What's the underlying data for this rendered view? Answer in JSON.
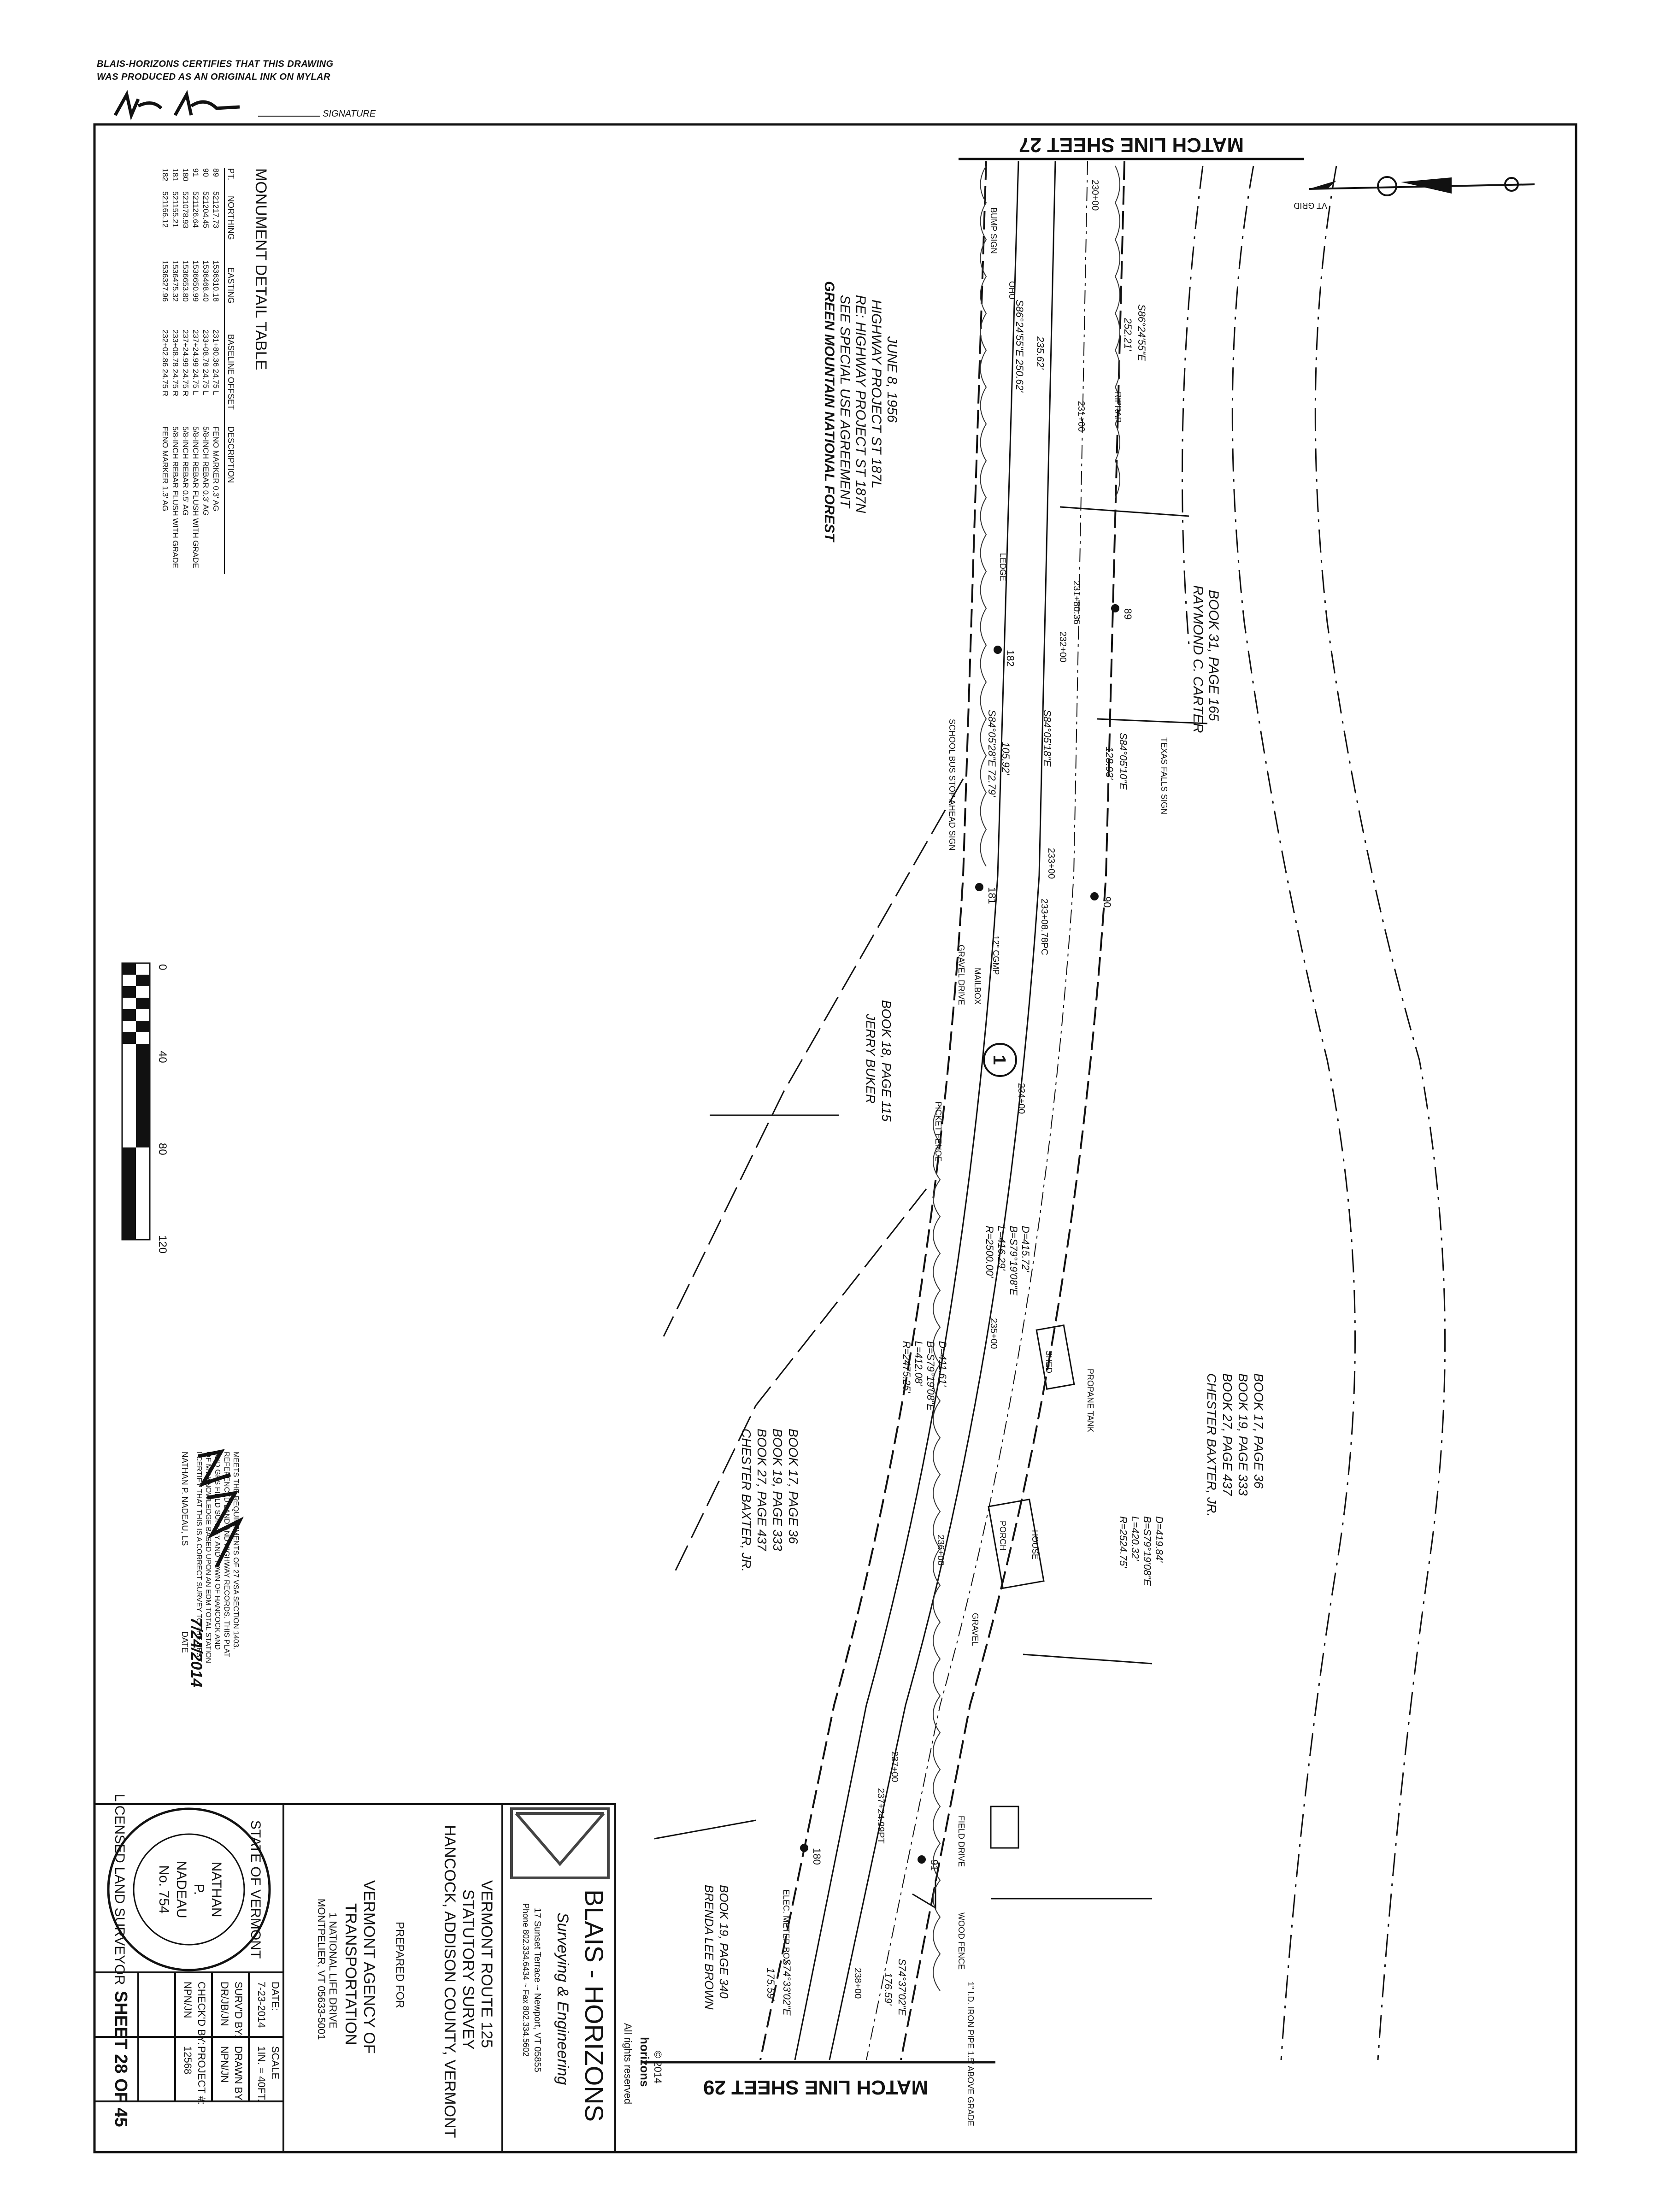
{
  "header": {
    "certification_line1": "BLAIS-HORIZONS CERTIFIES THAT THIS DRAWING",
    "certification_line2": "WAS PRODUCED AS AN ORIGINAL INK ON MYLAR",
    "signature_label": "SIGNATURE"
  },
  "match_lines": {
    "top": "MATCH LINE SHEET 27",
    "bottom": "MATCH LINE SHEET 29"
  },
  "north_arrow": {
    "label": "VT GRID",
    "icon": "north-arrow-icon"
  },
  "monument_table": {
    "title": "MONUMENT DETAIL TABLE",
    "columns": [
      "PT.",
      "NORTHING",
      "EASTING",
      "BASELINE OFFSET",
      "DESCRIPTION"
    ],
    "rows": [
      [
        "89",
        "521217.73",
        "1536310.18",
        "231+80.36 24.75 L",
        "FENO MARKER 0.3' AG"
      ],
      [
        "90",
        "521204.45",
        "1536468.40",
        "233+08.78 24.75 L",
        "5/8-INCH REBAR 0.3' AG"
      ],
      [
        "91",
        "521126.64",
        "1536650.99",
        "237+24.99 24.75 L",
        "5/8-INCH REBAR FLUSH WITH GRADE"
      ],
      [
        "180",
        "521078.93",
        "1536653.80",
        "237+24.99 24.75 R",
        "5/8-INCH REBAR 0.5' AG"
      ],
      [
        "181",
        "521155.21",
        "1536475.32",
        "233+08.78 24.75 R",
        "5/8-INCH REBAR FLUSH WITH GRADE"
      ],
      [
        "182",
        "521166.12",
        "1536327.96",
        "232+02.86 24.75 R",
        "FENO MARKER 1.3' AG"
      ]
    ]
  },
  "parcels": {
    "forest": [
      "GREEN MOUNTAIN NATIONAL FOREST",
      "SEE SPECIAL USE AGREEMENT",
      "RE: HIGHWAY PROJECT ST 187N",
      "HIGHWAY PROJECT ST 187L",
      "JUNE 8, 1956"
    ],
    "carter": [
      "RAYMOND C. CARTER",
      "BOOK 31, PAGE 165"
    ],
    "buker": [
      "JERRY BUKER",
      "BOOK 18, PAGE 115"
    ],
    "baxter_north": [
      "CHESTER BAXTER, JR.",
      "BOOK 27, PAGE 437",
      "BOOK 19, PAGE 333",
      "BOOK 17, PAGE 36"
    ],
    "baxter_south": [
      "CHESTER BAXTER, JR.",
      "BOOK 27, PAGE 437",
      "BOOK 19, PAGE 333",
      "BOOK 17, PAGE 36"
    ],
    "brown": [
      "BRENDA LEE BROWN",
      "BOOK 19, PAGE 340"
    ]
  },
  "map_labels": {
    "bearings": [
      "S86°24'55\"E",
      "252.21'",
      "S86°24'55\"E 250.62'",
      "235.62'",
      "S84°05'18\"E",
      "S84°05'28\"E 72.79'",
      "105.92'",
      "S84°05'10\"E",
      "128.93'",
      "S74°37'02\"E",
      "176.59'",
      "S74°33'02\"E",
      "175.59'"
    ],
    "stations": [
      "230+00",
      "231+00",
      "231+80.36",
      "232+00",
      "233+00",
      "233+08.78PC",
      "234+00",
      "235+00",
      "236+00",
      "237+00",
      "237+24.99PT",
      "238+00"
    ],
    "curve_center": [
      "R=2500.00'",
      "L=416.29'",
      "B=S79°19'08\"E",
      "D=415.72'"
    ],
    "curve_left": [
      "R=2475.25'",
      "L=412.08'",
      "B=S79°19'08\"E",
      "D=411.61'"
    ],
    "curve_right": [
      "R=2524.75'",
      "L=420.32'",
      "B=S79°19'08\"E",
      "D=419.84'"
    ],
    "features": [
      "BUMP SIGN",
      "RIPRAP",
      "LEDGE",
      "SCHOOL BUS STOP AHEAD SIGN",
      "TEXAS FALLS SIGN",
      "12\" CGMP",
      "MAILBOX",
      "GRAVEL DRIVE",
      "PICKET FENCE",
      "SHED",
      "PROPANE TANK",
      "PORCH",
      "HOUSE",
      "GRAVEL",
      "FIELD DRIVE",
      "WOOD FENCE",
      "ELEC. METER BOX",
      "1\" I.D. IRON PIPE 1.5' ABOVE GRADE",
      "OHU"
    ],
    "monument_numbers": [
      "89",
      "90",
      "91",
      "180",
      "181",
      "182"
    ],
    "route_marker": "1"
  },
  "scale_bar": {
    "ticks": [
      "0",
      "40",
      "80",
      "120"
    ]
  },
  "surveyor_cert": {
    "name": "NATHAN P. NADEAU, LS",
    "date_signed": "7/24/2014",
    "date_label": "DATE",
    "text": [
      "I CERTIFY THAT THIS IS A CORRECT SURVEY TO THE BEST",
      "OF MY KNOWLEDGE BASED UPON AN EDM TOTAL STATION",
      "AND GPS FIELD SURVEY AND TOWN OF HANCOCK AND",
      "REFERENCED LAND AND HIGHWAY RECORDS. THIS PLAT",
      "MEETS THE REQUIREMENTS OF 27 VSA SECTION 1403."
    ]
  },
  "seal": {
    "ring_top": "STATE OF VERMONT",
    "ring_bottom": "LICENSED LAND SURVEYOR",
    "center": [
      "NATHAN",
      "P.",
      "NADEAU",
      "No. 754"
    ]
  },
  "title_block": {
    "firm": "BLAIS - HORIZONS",
    "firm_sub": "Surveying & Engineering",
    "address": "17 Sunset Terrace ~ Newport, VT 05855",
    "phone": "Phone 802.334.6434 ~ Fax 802.334.5602",
    "copyright": "© 2014",
    "logo_text": "horizons",
    "rights": "All rights reserved",
    "project_title": [
      "VERMONT ROUTE 125",
      "STATUTORY SURVEY",
      "HANCOCK, ADDISON COUNTY, VERMONT"
    ],
    "prepared_for": "PREPARED FOR",
    "client": [
      "VERMONT AGENCY OF",
      "TRANSPORTATION",
      "1 NATIONAL LIFE DRIVE",
      "MONTPELIER, VT 05633-5001"
    ],
    "date_label": "DATE:",
    "date_value": "7-23-2014",
    "scale_label": "SCALE",
    "scale_value": "1IN. = 40FT.",
    "survd_label": "SURV'D BY:",
    "survd_value": "DR/JB/JN",
    "drawn_label": "DRAWN BY:",
    "drawn_value": "NPN/JN",
    "checked_label": "CHECK'D BY:",
    "checked_value": "NPN/JN",
    "project_label": "PROJECT #:",
    "project_value": "12568",
    "sheet": "SHEET 28 OF 45"
  }
}
